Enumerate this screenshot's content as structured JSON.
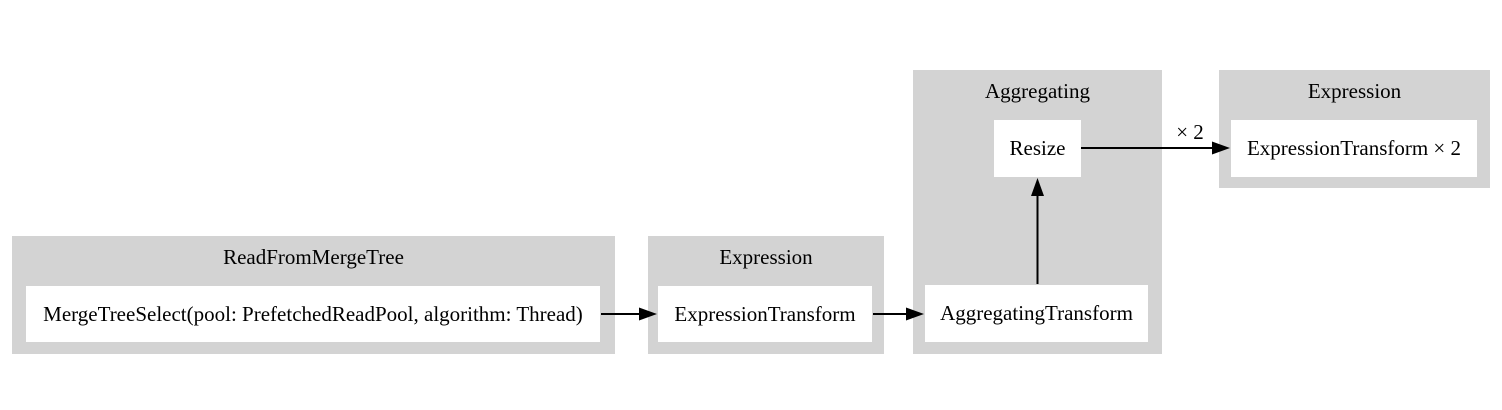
{
  "diagram": {
    "kind": "query-pipeline-graph",
    "colors": {
      "cluster_bg": "#d3d3d3",
      "node_bg": "#ffffff",
      "line": "#000000",
      "page_bg": "#ffffff"
    },
    "clusters": [
      {
        "title": "ReadFromMergeTree",
        "nodes": [
          {
            "label": "MergeTreeSelect(pool: PrefetchedReadPool, algorithm: Thread)"
          }
        ]
      },
      {
        "title": "Expression",
        "nodes": [
          {
            "label": "ExpressionTransform"
          }
        ]
      },
      {
        "title": "Aggregating",
        "nodes": [
          {
            "label": "Resize"
          },
          {
            "label": "AggregatingTransform"
          }
        ]
      },
      {
        "title": "Expression",
        "nodes": [
          {
            "label": "ExpressionTransform × 2"
          }
        ]
      }
    ],
    "edges": [
      {
        "from": "MergeTreeSelect(pool: PrefetchedReadPool, algorithm: Thread)",
        "to": "ExpressionTransform",
        "label": ""
      },
      {
        "from": "ExpressionTransform",
        "to": "AggregatingTransform",
        "label": ""
      },
      {
        "from": "AggregatingTransform",
        "to": "Resize",
        "label": ""
      },
      {
        "from": "Resize",
        "to": "ExpressionTransform × 2",
        "label": "× 2"
      }
    ]
  }
}
